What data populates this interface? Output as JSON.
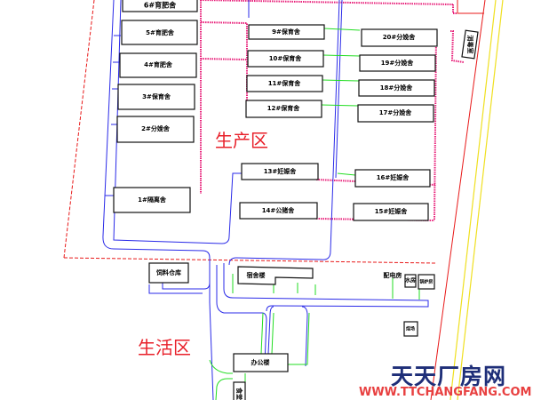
{
  "zones": {
    "production": "生产区",
    "living": "生活区"
  },
  "buildings": {
    "b6": "6#育肥舍",
    "b5": "5#育肥舍",
    "b4": "4#育肥舍",
    "b3": "3#保育舍",
    "b2": "2#分娩舍",
    "b1": "1#隔离舍",
    "b9": "9#保育舍",
    "b10": "10#保育舍",
    "b11": "11#保育舍",
    "b12": "12#保育舍",
    "b13": "13#妊娠舍",
    "b14": "14#公猪舍",
    "b20": "20#分娩舍",
    "b19": "19#分娩舍",
    "b18": "18#分娩舍",
    "b17": "17#分娩舍",
    "b16": "16#妊娠舍",
    "b15": "15#妊娠舍",
    "disinfect": "消毒室",
    "feed": "饲料仓库",
    "dorm": "宿舍楼",
    "power": "配电房",
    "water": "水房",
    "boiler": "锅炉房",
    "coal": "煤场",
    "office": "办公楼",
    "canteen": "食堂"
  },
  "watermark": {
    "name": "天天厂房网",
    "url": "WWW.TTCHANGFANG.COM"
  },
  "colors": {
    "road": "#2a2ae8",
    "fence": "#e8207a",
    "boundary": "#e81818",
    "pipe": "#22dd22",
    "highway": "#f0e020"
  }
}
